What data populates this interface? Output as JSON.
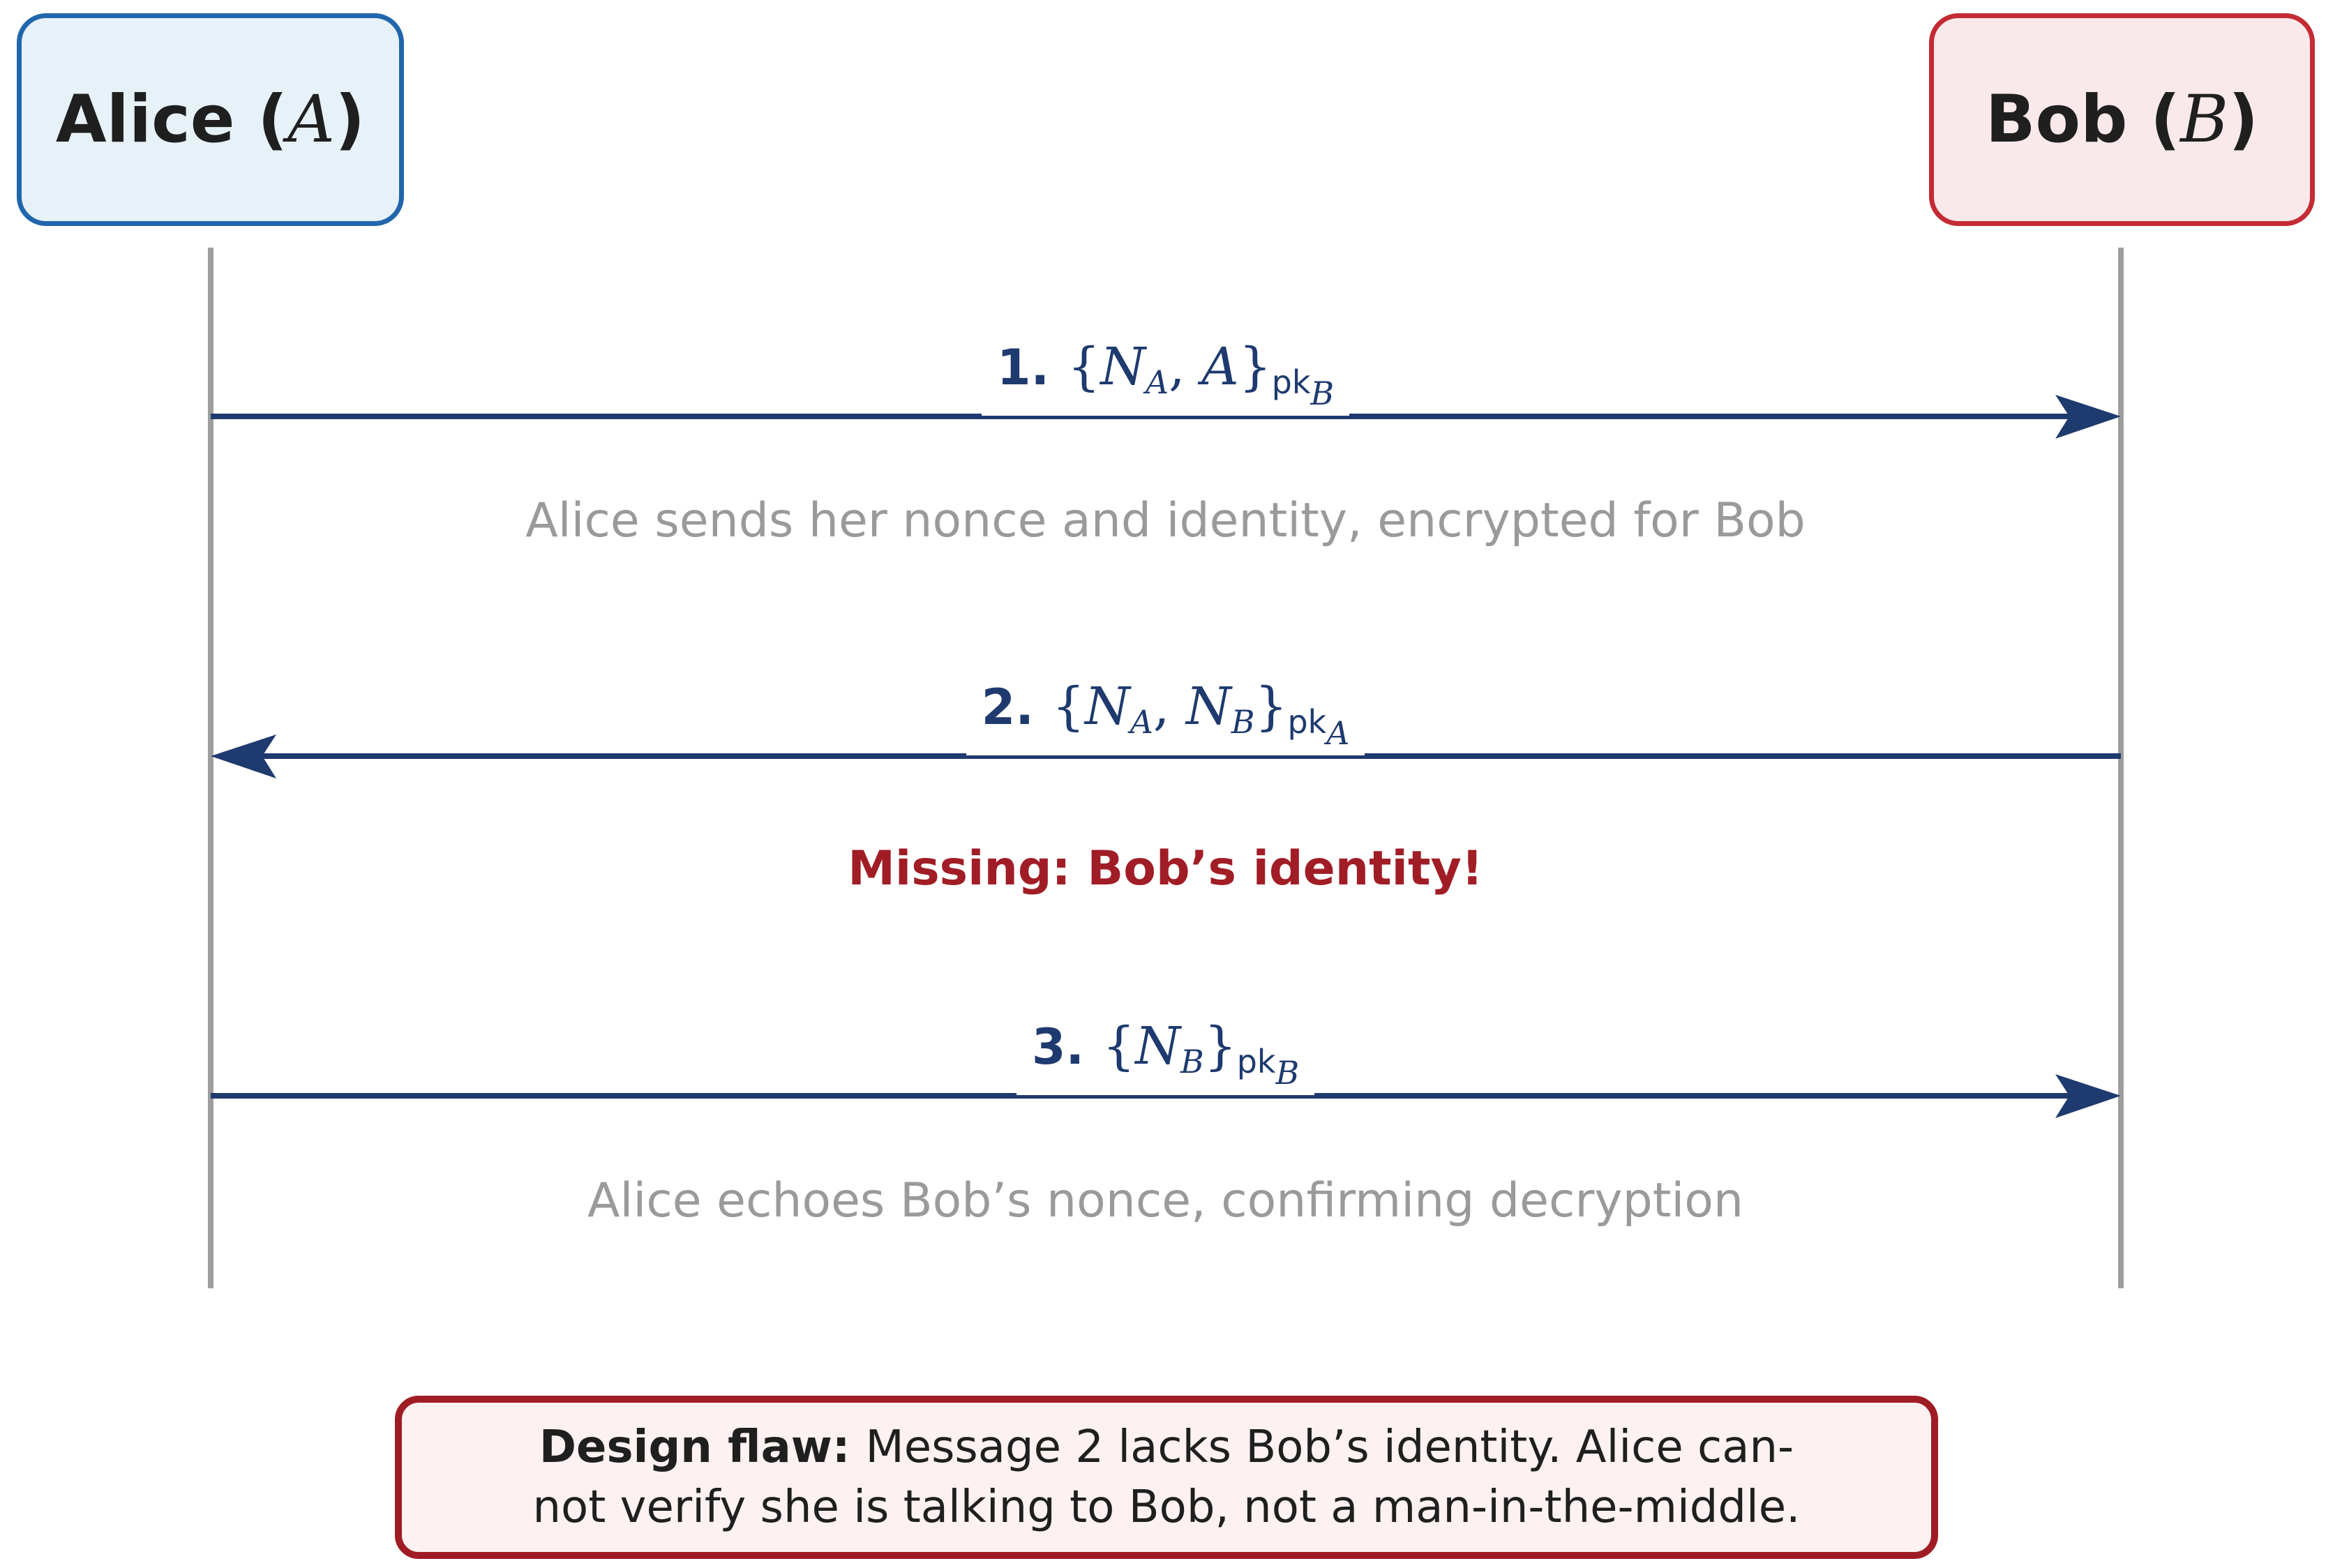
{
  "participants": {
    "alice": {
      "name": "Alice",
      "symbol": "A"
    },
    "bob": {
      "name": "Bob",
      "symbol": "B"
    }
  },
  "messages": [
    {
      "number": "1.",
      "direction": "Alice → Bob",
      "payload": [
        "N_A",
        "A"
      ],
      "key": "pk_B",
      "note": "Alice sends her nonce and identity, encrypted for Bob"
    },
    {
      "number": "2.",
      "direction": "Bob → Alice",
      "payload": [
        "N_A",
        "N_B"
      ],
      "key": "pk_A",
      "note": "Missing: Bob’s identity!"
    },
    {
      "number": "3.",
      "direction": "Alice → Bob",
      "payload": [
        "N_B"
      ],
      "key": "pk_B",
      "note": "Alice echoes Bob’s nonce, confirming decryption"
    }
  ],
  "flaw": {
    "heading": "Design flaw:",
    "line1": "Message 2 lacks Bob’s identity. Alice can-",
    "line2": "not verify she is talking to Bob, not a man-in-the-middle."
  },
  "colors": {
    "alice_fill": "#e6f1f8",
    "alice_border": "#2166ac",
    "bob_fill": "#f9e9ea",
    "bob_border": "#c42b35",
    "arrow": "#1e3a6e",
    "lifeline": "#9e9e9e",
    "note_gray": "#9a9a9a",
    "warning": "#a11d26",
    "flaw_border": "#a01c24",
    "flaw_fill": "#fdf1f1"
  }
}
